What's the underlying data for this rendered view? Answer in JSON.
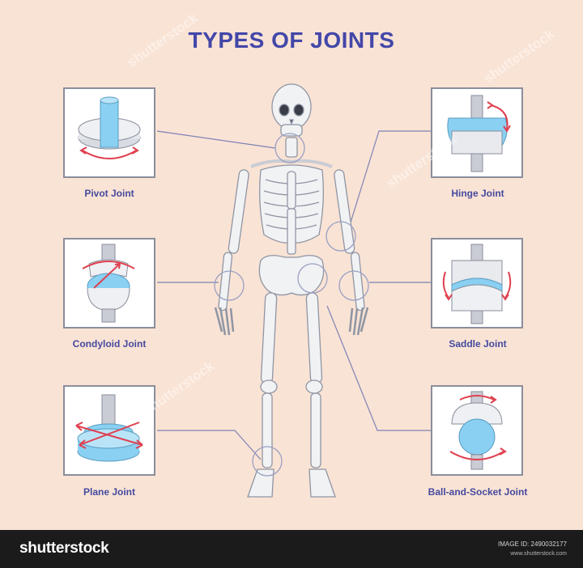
{
  "title": "TYPES OF JOINTS",
  "joints": [
    {
      "name": "Pivot Joint"
    },
    {
      "name": "Hinge Joint"
    },
    {
      "name": "Condyloid Joint"
    },
    {
      "name": "Saddle Joint"
    },
    {
      "name": "Plane Joint"
    },
    {
      "name": "Ball-and-Socket Joint"
    }
  ],
  "watermark": "shutterstock",
  "footer": {
    "brand": "shutterstock",
    "image_id": "IMAGE ID: 2490032177",
    "site": "www.shutterstock.com"
  },
  "colors": {
    "background": "#f9e3d5",
    "title": "#4347a8",
    "joint_blue": "#8ad0f2",
    "arrow_red": "#e04050",
    "bone": "#f1f2f4"
  }
}
